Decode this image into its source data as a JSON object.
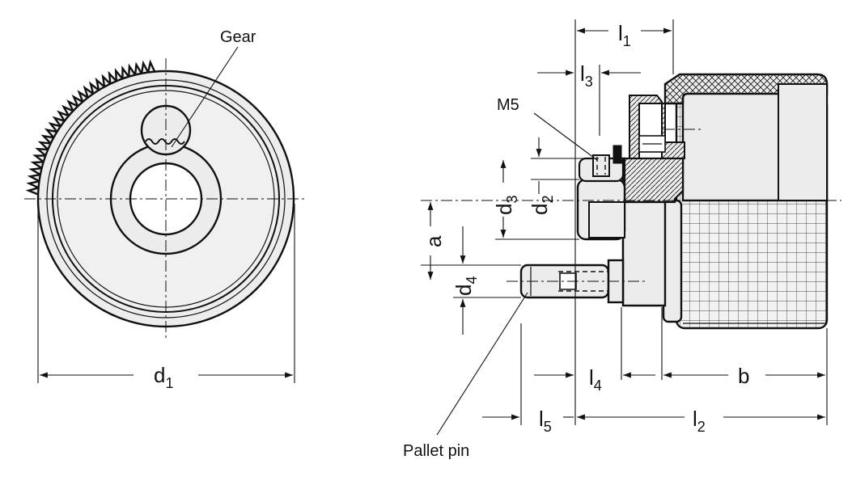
{
  "labels": {
    "gear": "Gear",
    "m5": "M5",
    "pallet_pin": "Pallet pin"
  },
  "dimensions": {
    "d1": {
      "base": "d",
      "sub": "1"
    },
    "d2": {
      "base": "d",
      "sub": "2"
    },
    "d3": {
      "base": "d",
      "sub": "3"
    },
    "d4": {
      "base": "d",
      "sub": "4"
    },
    "l1": {
      "base": "l",
      "sub": "1"
    },
    "l2": {
      "base": "l",
      "sub": "2"
    },
    "l3": {
      "base": "l",
      "sub": "3"
    },
    "l4": {
      "base": "l",
      "sub": "4"
    },
    "l5": {
      "base": "l",
      "sub": "5"
    },
    "a": {
      "base": "a"
    },
    "b": {
      "base": "b"
    }
  },
  "colors": {
    "line": "#111111",
    "part_fill": "#ececec",
    "background": "#ffffff"
  }
}
